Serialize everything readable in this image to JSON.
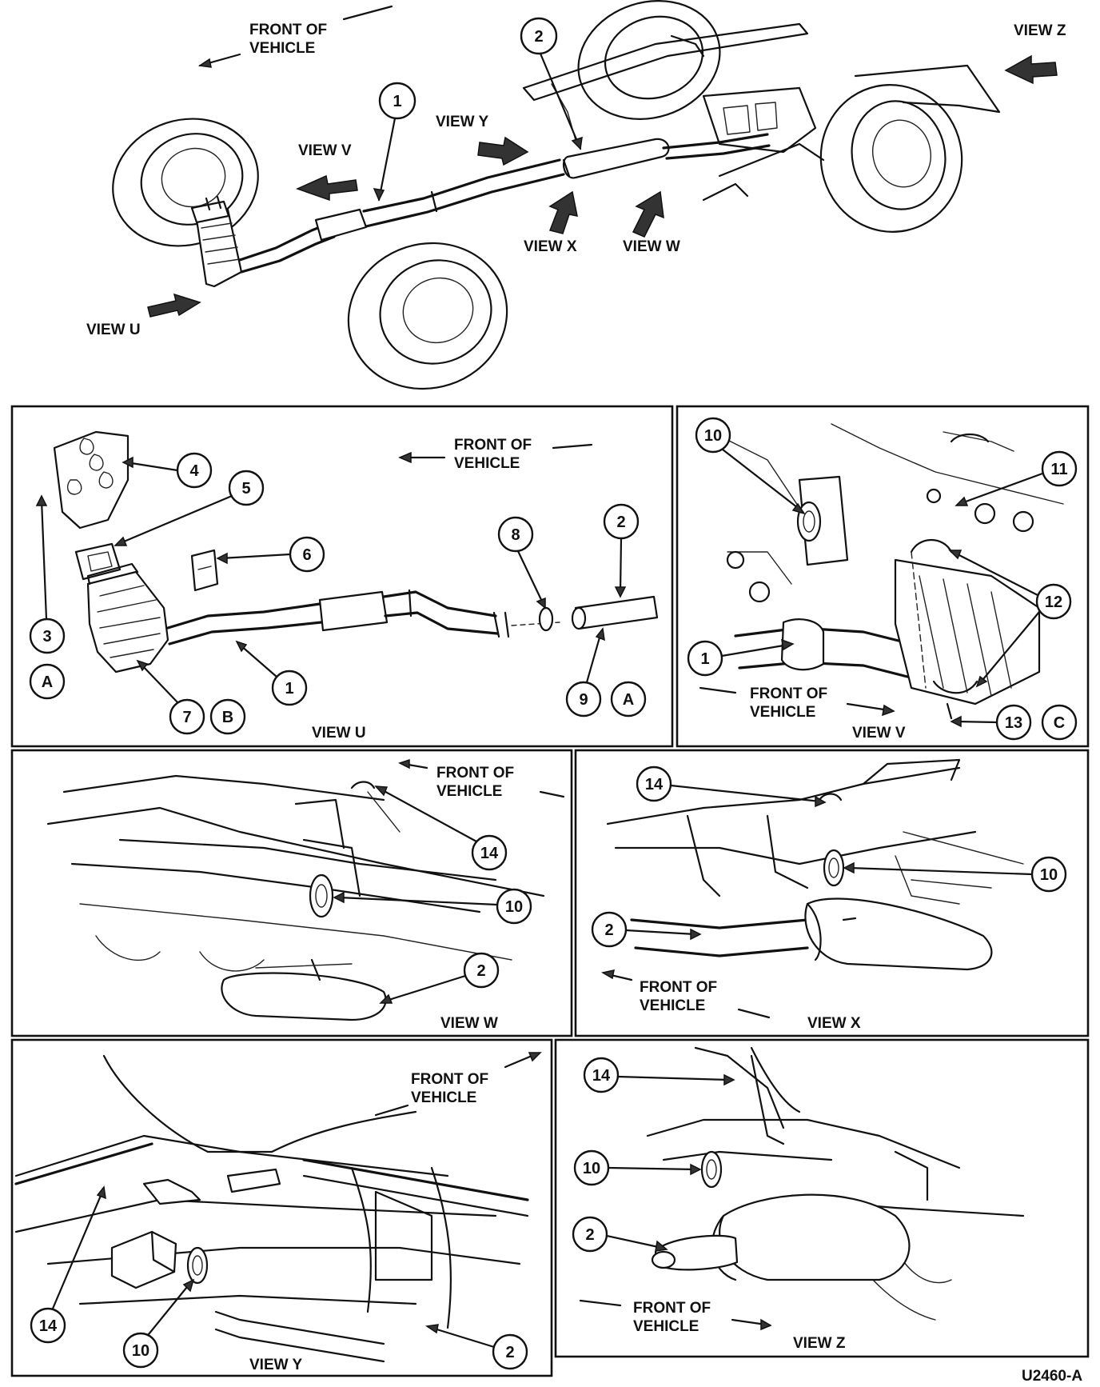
{
  "figure_id": "U2460-A",
  "overview": {
    "front_of_vehicle": [
      "FRONT OF",
      "VEHICLE"
    ],
    "views": {
      "u": "VIEW U",
      "v": "VIEW V",
      "w": "VIEW W",
      "x": "VIEW X",
      "y": "VIEW Y",
      "z": "VIEW Z"
    },
    "callouts": [
      "1",
      "2"
    ]
  },
  "panel_u": {
    "title": "VIEW U",
    "front_of_vehicle": [
      "FRONT OF",
      "VEHICLE"
    ],
    "callouts": [
      "4",
      "5",
      "6",
      "3",
      "A",
      "7",
      "B",
      "1",
      "8",
      "2",
      "9",
      "A"
    ]
  },
  "panel_v": {
    "title": "VIEW V",
    "front_of_vehicle": [
      "FRONT OF",
      "VEHICLE"
    ],
    "callouts": [
      "10",
      "11",
      "12",
      "1",
      "13",
      "C"
    ]
  },
  "panel_w": {
    "title": "VIEW W",
    "front_of_vehicle": [
      "FRONT OF",
      "VEHICLE"
    ],
    "callouts": [
      "14",
      "10",
      "2"
    ]
  },
  "panel_x": {
    "title": "VIEW X",
    "front_of_vehicle": [
      "FRONT OF",
      "VEHICLE"
    ],
    "callouts": [
      "14",
      "10",
      "2"
    ]
  },
  "panel_y": {
    "title": "VIEW Y",
    "front_of_vehicle": [
      "FRONT OF",
      "VEHICLE"
    ],
    "callouts": [
      "14",
      "10",
      "2"
    ]
  },
  "panel_z": {
    "title": "VIEW Z",
    "front_of_vehicle": [
      "FRONT OF",
      "VEHICLE"
    ],
    "callouts": [
      "14",
      "10",
      "2"
    ]
  }
}
